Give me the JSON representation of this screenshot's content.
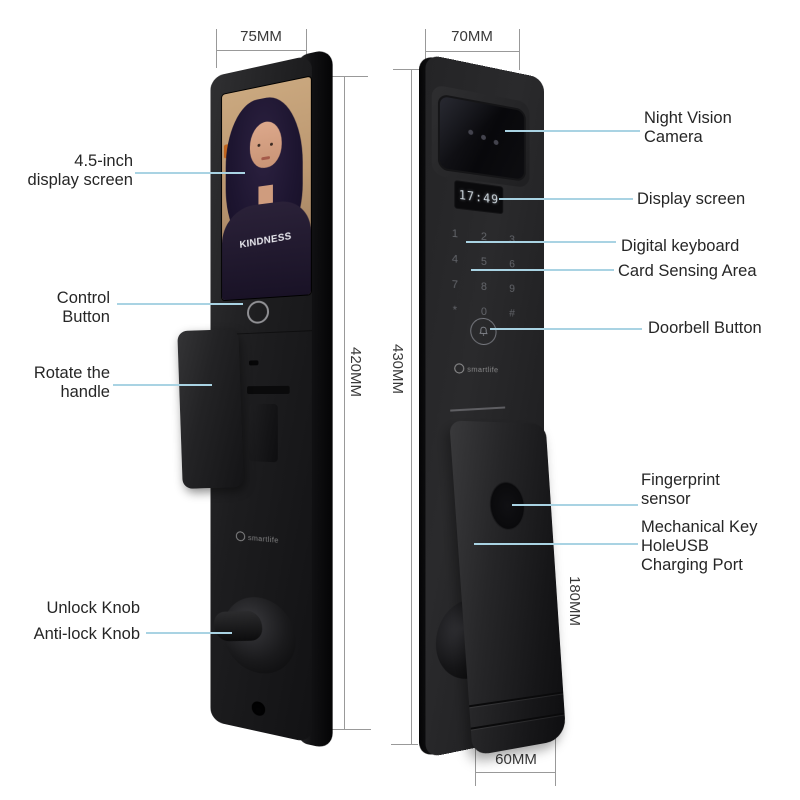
{
  "dimensions": {
    "front_width": "75MM",
    "back_width": "70MM",
    "front_height": "420MM",
    "back_height": "430MM",
    "handle_height": "180MM",
    "handle_width": "60MM"
  },
  "callouts": {
    "left": [
      {
        "id": "display-screen",
        "lines": [
          "4.5-inch",
          "display screen"
        ]
      },
      {
        "id": "control-button",
        "lines": [
          "Control",
          "Button"
        ]
      },
      {
        "id": "rotate-handle",
        "lines": [
          "Rotate the",
          "handle"
        ]
      },
      {
        "id": "unlock-knob",
        "lines": [
          "Unlock Knob"
        ]
      },
      {
        "id": "anti-lock-knob",
        "lines": [
          "Anti-lock Knob"
        ]
      }
    ],
    "right": [
      {
        "id": "night-vision-camera",
        "lines": [
          "Night Vision",
          "Camera"
        ]
      },
      {
        "id": "display-screen-back",
        "lines": [
          "Display screen"
        ]
      },
      {
        "id": "digital-keyboard",
        "lines": [
          "Digital keyboard"
        ]
      },
      {
        "id": "card-sensing-area",
        "lines": [
          "Card Sensing Area"
        ]
      },
      {
        "id": "doorbell-button",
        "lines": [
          "Doorbell Button"
        ]
      },
      {
        "id": "fingerprint-sensor",
        "lines": [
          "Fingerprint",
          "sensor"
        ]
      },
      {
        "id": "mechanical-key-hole-usb",
        "lines": [
          "Mechanical Key",
          "HoleUSB",
          "Charging Port"
        ]
      }
    ]
  },
  "device": {
    "brand": "smartlife",
    "display_time": "17:49",
    "keypad_keys": [
      "1",
      "2",
      "3",
      "4",
      "5",
      "6",
      "7",
      "8",
      "9",
      "*",
      "0",
      "#"
    ],
    "shirt_text": "KINDNESS"
  },
  "colors": {
    "leader_line": "#a9d3e3",
    "dimension_line": "#999999",
    "label_text": "#262626",
    "lock_body": "#1e1e20",
    "background": "#ffffff"
  }
}
